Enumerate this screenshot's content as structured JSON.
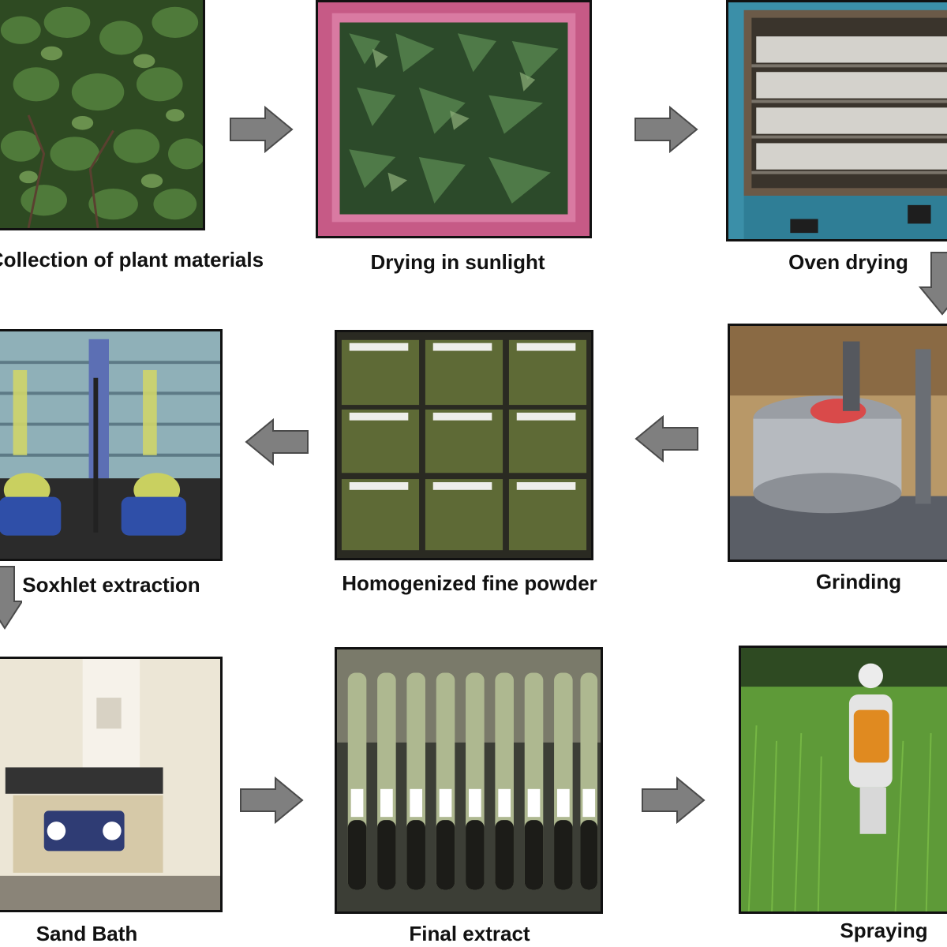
{
  "steps": [
    {
      "label": "Collection of plant materials"
    },
    {
      "label": "Drying in sunlight"
    },
    {
      "label": "Oven drying"
    },
    {
      "label": "Grinding"
    },
    {
      "label": "Homogenized fine powder"
    },
    {
      "label": "Soxhlet extraction"
    },
    {
      "label": "Sand Bath"
    },
    {
      "label": "Final extract"
    },
    {
      "label": "Spraying"
    }
  ],
  "colors": {
    "arrow_fill": "#7f7f7f",
    "arrow_stroke": "#4a4a4a",
    "frame": "#111111"
  }
}
